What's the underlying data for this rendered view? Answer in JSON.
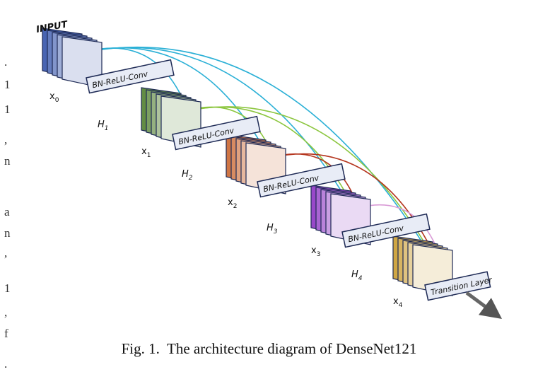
{
  "figure": {
    "caption": "Fig. 1.  The architecture diagram of DenseNet121"
  },
  "diagram": {
    "input_label": "INPUT",
    "stages": [
      {
        "x_label": "x",
        "x_sub": "0",
        "h_label": "H",
        "h_sub": "1",
        "block_label": "BN-ReLU-Conv",
        "color": "#2f4fa8"
      },
      {
        "x_label": "x",
        "x_sub": "1",
        "h_label": "H",
        "h_sub": "2",
        "block_label": "BN-ReLU-Conv",
        "color": "#4e7d2b"
      },
      {
        "x_label": "x",
        "x_sub": "2",
        "h_label": "H",
        "h_sub": "3",
        "block_label": "BN-ReLU-Conv",
        "color": "#c9622a"
      },
      {
        "x_label": "x",
        "x_sub": "3",
        "h_label": "H",
        "h_sub": "4",
        "block_label": "BN-ReLU-Conv",
        "color": "#8a2fc2"
      },
      {
        "x_label": "x",
        "x_sub": "4",
        "h_label": "",
        "h_sub": "",
        "block_label": "Transition Layer",
        "color": "#c99a2a"
      }
    ],
    "connection_colors": [
      "#2bb0d6",
      "#8cc63f",
      "#b5361f",
      "#d99ad6",
      "#e0b020"
    ]
  },
  "margin_glyphs": [
    ".",
    "1",
    "1",
    ",",
    "n",
    "a",
    "n",
    ",",
    "1",
    ",",
    "f",
    "."
  ]
}
